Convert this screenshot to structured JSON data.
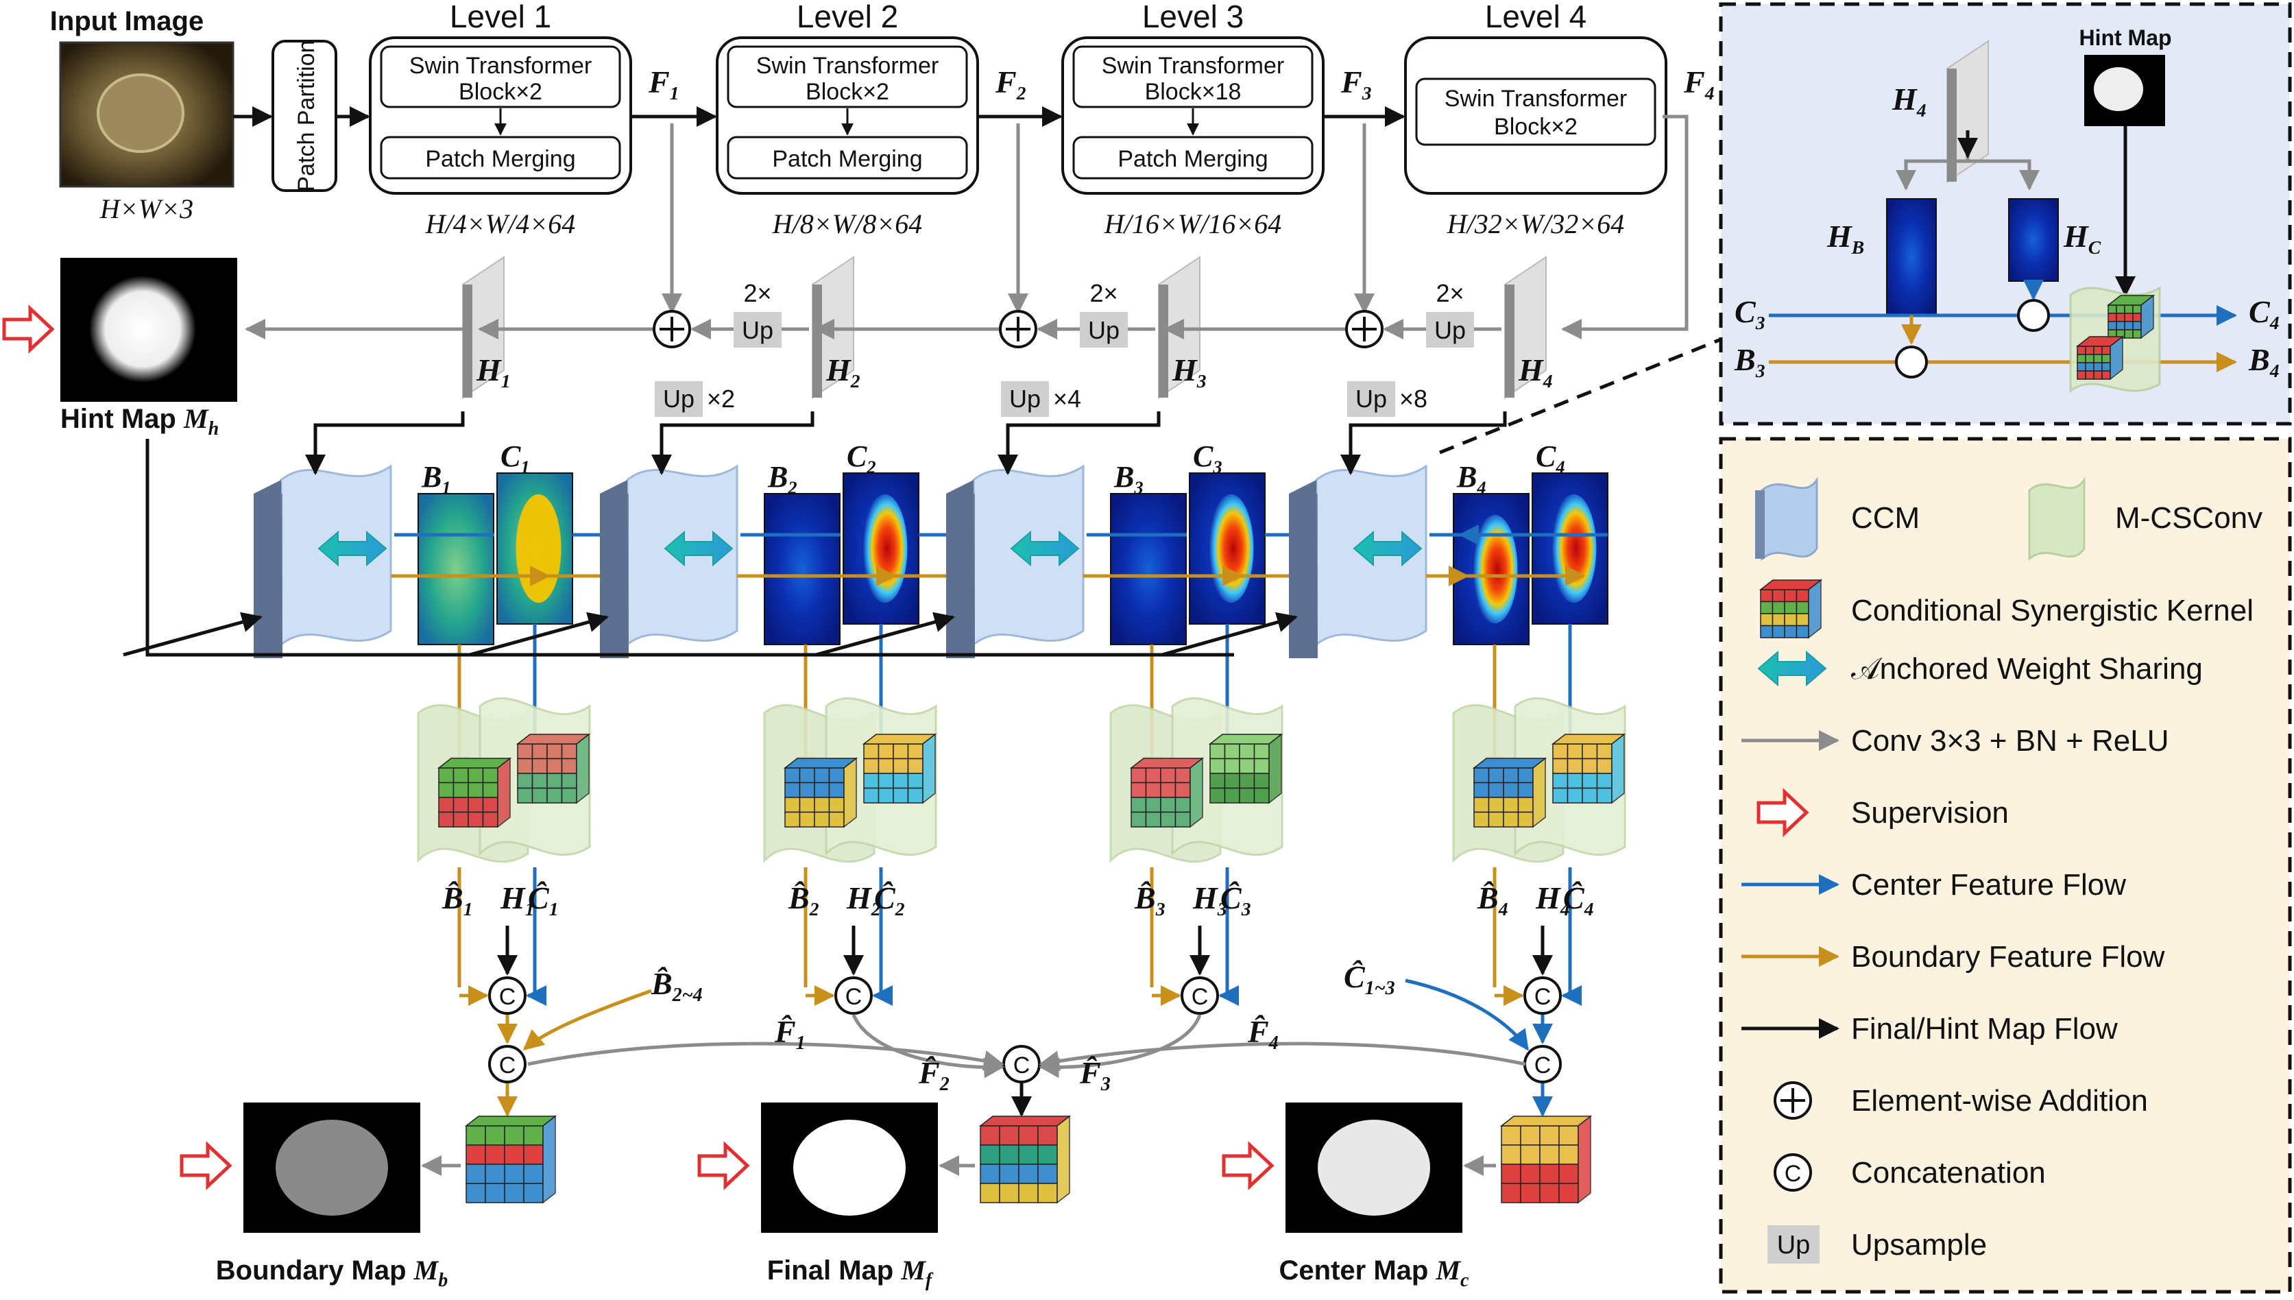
{
  "input_image_label": "Input Image",
  "input_dim": "H×W×3",
  "patch_partition": "Patch Partition",
  "levels": [
    {
      "title": "Level 1",
      "block": "Swin Transformer",
      "block2": "Block×2",
      "merge": "Patch Merging",
      "dim": "H/4×W/4×64",
      "feat": "F",
      "feat_sub": "1"
    },
    {
      "title": "Level 2",
      "block": "Swin Transformer",
      "block2": "Block×2",
      "merge": "Patch Merging",
      "dim": "H/8×W/8×64",
      "feat": "F",
      "feat_sub": "2"
    },
    {
      "title": "Level 3",
      "block": "Swin Transformer",
      "block2": "Block×18",
      "merge": "Patch Merging",
      "dim": "H/16×W/16×64",
      "feat": "F",
      "feat_sub": "3"
    },
    {
      "title": "Level 4",
      "block": "Swin Transformer",
      "block2": "Block×2",
      "merge": "",
      "dim": "H/32×W/32×64",
      "feat": "F",
      "feat_sub": "4"
    }
  ],
  "hint_map_label": "Hint Map",
  "hint_map_sym": "M",
  "hint_map_sub": "h",
  "h_labels": [
    "H",
    "H",
    "H",
    "H"
  ],
  "h_subs": [
    "1",
    "2",
    "3",
    "4"
  ],
  "up2": "2×",
  "up_word": "Up",
  "upx": [
    "Up×2",
    "Up×4",
    "Up×8"
  ],
  "b_labels": [
    "B",
    "B",
    "B",
    "B"
  ],
  "c_labels": [
    "C",
    "C",
    "C",
    "C"
  ],
  "bhat_sym": "B̂",
  "chat_sym": "Ĉ",
  "fhat_sym": "F̂",
  "bhat_range": "2~4",
  "chat_range": "1~3",
  "concat": "C",
  "outputs": [
    {
      "label": "Boundary Map",
      "sym": "M",
      "sub": "b"
    },
    {
      "label": "Final Map",
      "sym": "M",
      "sub": "f"
    },
    {
      "label": "Center Map",
      "sym": "M",
      "sub": "c"
    }
  ],
  "inset": {
    "hint_map": "Hint Map",
    "h4": "H",
    "h4_sub": "4",
    "hb": "H",
    "hb_sub": "B",
    "hc": "H",
    "hc_sub": "C",
    "c3": "C",
    "c3_sub": "3",
    "b3": "B",
    "b3_sub": "3",
    "c4": "C",
    "c4_sub": "4",
    "b4": "B",
    "b4_sub": "4"
  },
  "legend": {
    "ccm": "CCM",
    "mcsconv": "M-CSConv",
    "kernel": "Conditional Synergistic Kernel",
    "aws": "𝒜nchored Weight Sharing",
    "conv": "Conv 3×3 + BN + ReLU",
    "supervision": "Supervision",
    "center_flow": "Center Feature Flow",
    "boundary_flow": "Boundary Feature Flow",
    "final_flow": "Final/Hint Map Flow",
    "addition": "Element-wise Addition",
    "concatenation": "Concatenation",
    "upsample_icon": "Up",
    "upsample": "Upsample"
  },
  "colors": {
    "center_flow": "#1f6fbf",
    "boundary_flow": "#c8901a",
    "final_flow": "#111111",
    "conv": "#8c8c8c",
    "supervision": "#e03030",
    "inset_top_bg": "#e3e9f7",
    "inset_bottom_bg": "#fbf3df",
    "ccm": "#a9c6ea",
    "mcsconv": "#d8e7c3"
  }
}
